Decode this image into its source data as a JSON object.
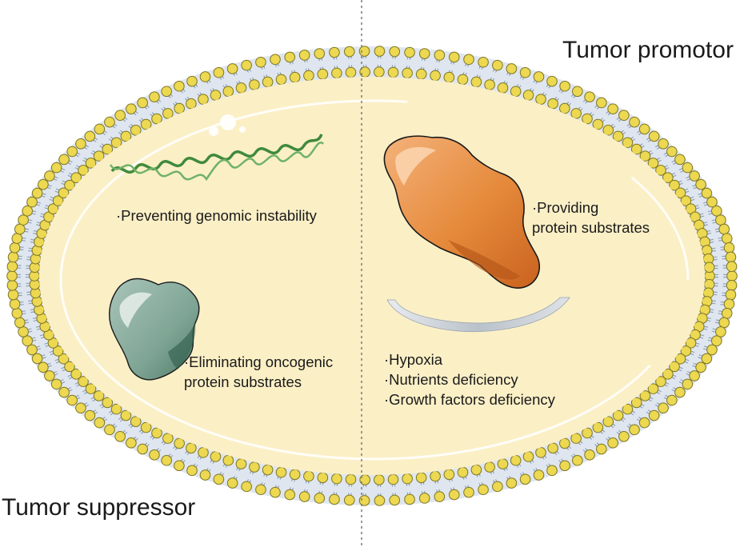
{
  "labels": {
    "promotor": "Tumor promotor",
    "suppressor": "Tumor suppressor",
    "genomic": "·Preventing genomic instability",
    "providing": [
      "·Providing",
      "protein substrates"
    ],
    "eliminating": [
      "·Eliminating oncogenic",
      "protein substrates"
    ],
    "stresses": [
      "·Hypoxia",
      "·Nutrients deficiency",
      "·Growth factors deficiency"
    ]
  },
  "colors": {
    "cytoplasm": "#fbefc6",
    "membrane_head": "#ecd851",
    "membrane_tail": "#9dafc6",
    "promotor_blob": "#e5893a",
    "suppressor_blob": "#7fa595",
    "dna": "#4f9c4b"
  }
}
